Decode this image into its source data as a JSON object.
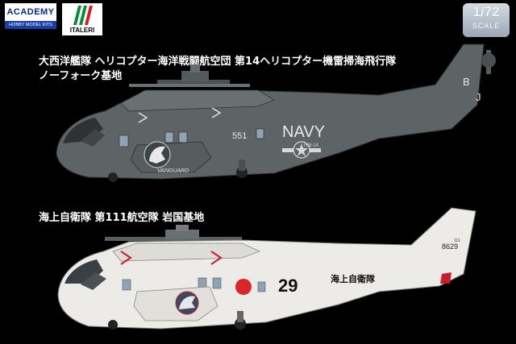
{
  "logos": {
    "academy_name": "ACADEMY",
    "academy_sub": "HOBBY MODEL KITS",
    "italeri_name": "ITALERI"
  },
  "scale": {
    "ratio": "1/72",
    "word": "SCALE"
  },
  "variant1": {
    "title_line1": "大西洋艦隊 ヘリコプター海洋戦闘航空団 第14ヘリコプター機雷掃海飛行隊",
    "title_line2": "ノーフォーク基地",
    "tail_code": "B",
    "tail_code2": "J",
    "modex": "551",
    "service": "NAVY",
    "unit_code": "HM-14",
    "unit_name": "VANGUARD",
    "colors": {
      "body": "#5e6466",
      "dark": "#3d4244"
    }
  },
  "variant2": {
    "title": "海上自衛隊 第111航空隊 岩国基地",
    "serial_small": "111",
    "serial": "8629",
    "number": "29",
    "service_jp": "海上自衛隊",
    "colors": {
      "body": "#ecebe7",
      "hinomaru": "#d8262a",
      "accent": "#c81e2a"
    }
  }
}
